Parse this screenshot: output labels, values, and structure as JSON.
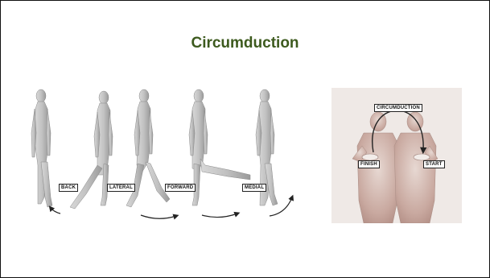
{
  "slide": {
    "title": "Circumduction"
  },
  "leg_figure": {
    "labels": {
      "back": "BACK",
      "lateral": "LATERAL",
      "forward": "FORWARD",
      "medial": "MEDIAL"
    }
  },
  "shoulder_figure": {
    "labels": {
      "circumduction": "CIRCUMDUCTION",
      "finish": "FINISH",
      "start": "START"
    }
  }
}
